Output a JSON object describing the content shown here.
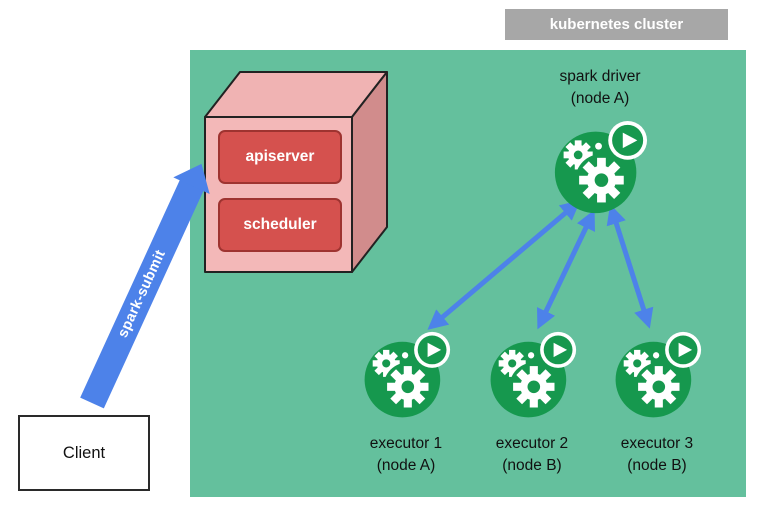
{
  "cluster": {
    "label": "kubernetes cluster"
  },
  "control_plane": {
    "apiserver_label": "apiserver",
    "scheduler_label": "scheduler"
  },
  "driver": {
    "label": "spark driver",
    "node": "(node A)"
  },
  "executors": [
    {
      "label": "executor 1",
      "node": "(node A)"
    },
    {
      "label": "executor 2",
      "node": "(node B)"
    },
    {
      "label": "executor 3",
      "node": "(node B)"
    }
  ],
  "client": {
    "label": "Client"
  },
  "spark_submit": {
    "label": "spark-submit"
  },
  "colors": {
    "cluster_bg": "#64c09d",
    "icon_green": "#16984e",
    "box_red": "#d5514e",
    "box_red_border": "#9e3330",
    "cube_front": "#f3b8b8",
    "cube_top": "#f0b3b3",
    "cube_side": "#d18c8c",
    "arrow_blue": "#4d82e9",
    "label_gray": "#a7a7a7"
  }
}
